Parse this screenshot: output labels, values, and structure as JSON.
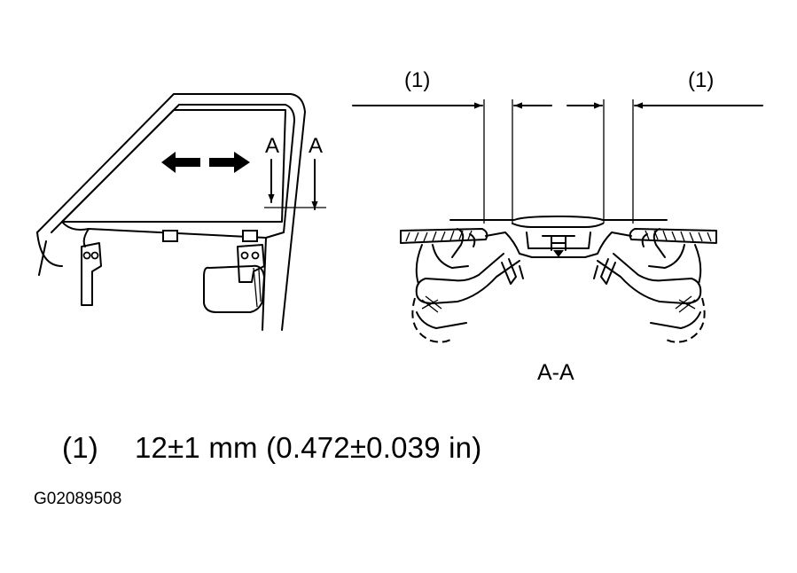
{
  "labels": {
    "callout_left": "(1)",
    "callout_right": "(1)",
    "section_marker_left": "A",
    "section_marker_right": "A",
    "section_view_title": "A-A"
  },
  "caption": {
    "number": "(1)",
    "text": "12±1 mm (0.472±0.039 in)"
  },
  "figure_id": "G02089508"
}
